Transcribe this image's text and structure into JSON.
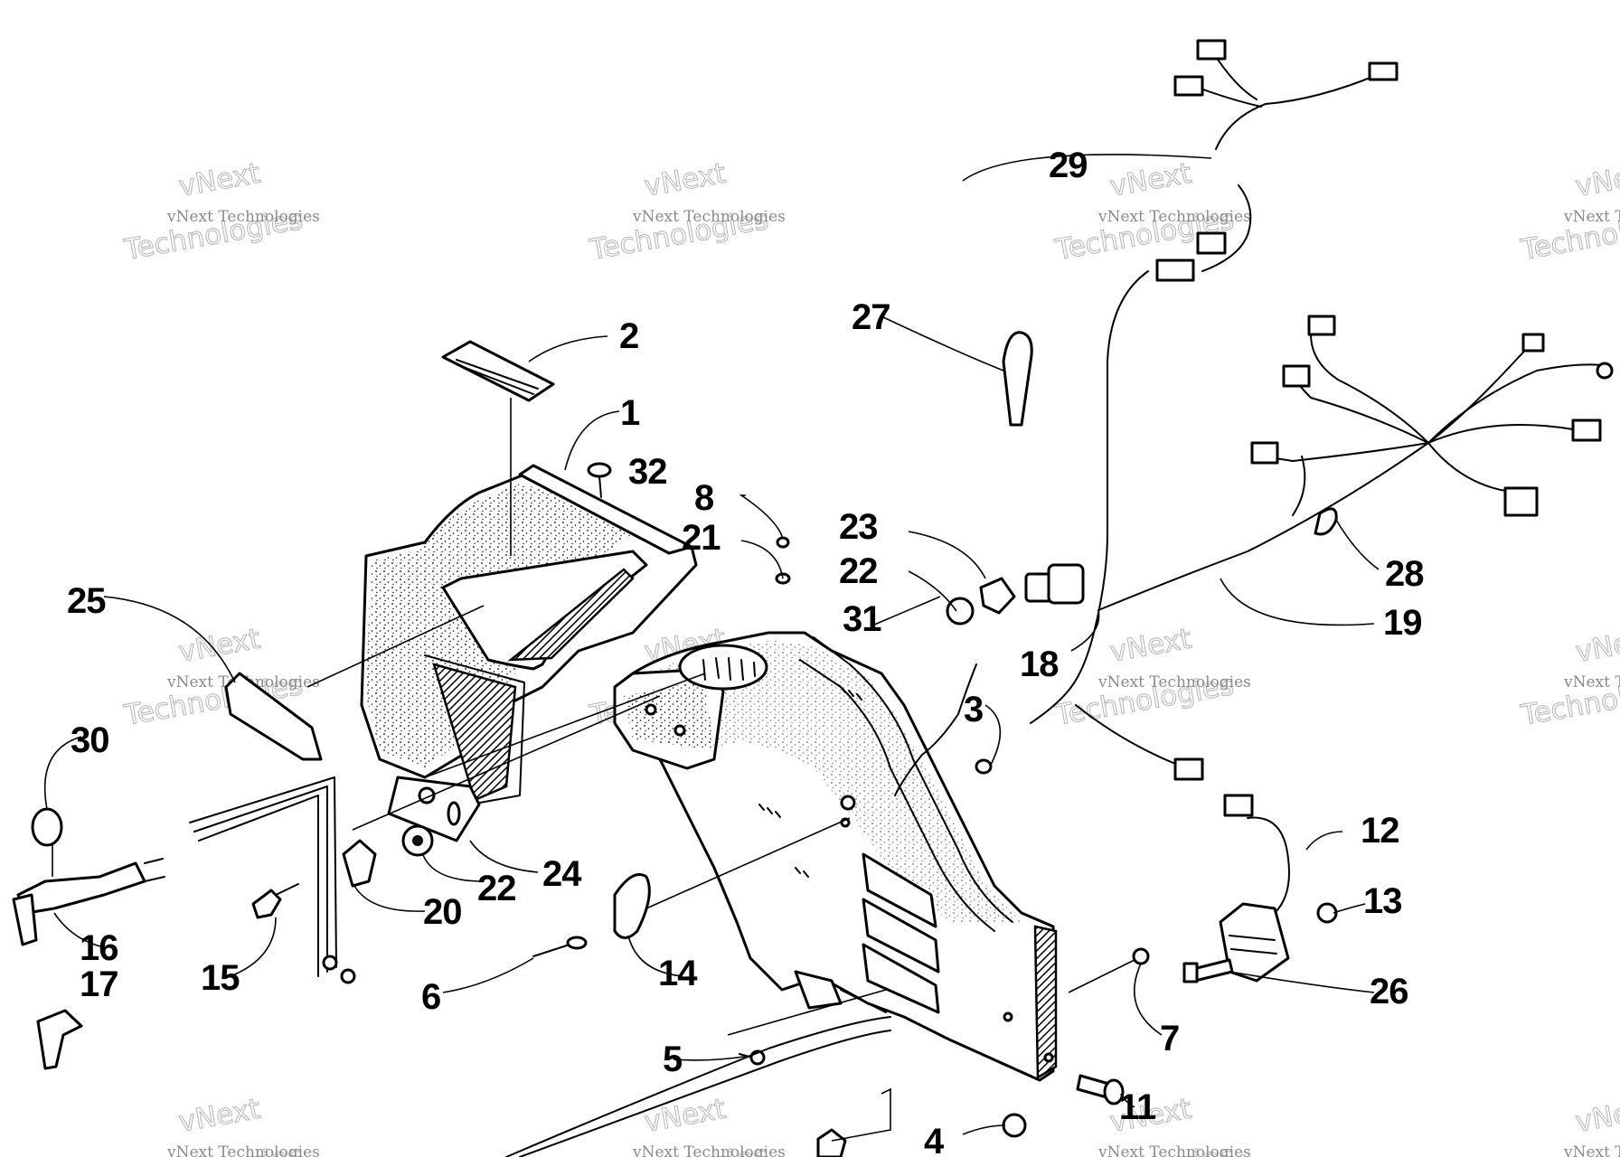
{
  "watermark": {
    "line1": "vNext Technologies",
    "line2": "vNext",
    "line3": "Technologies"
  },
  "callouts": [
    "1",
    "2",
    "3",
    "4",
    "5",
    "6",
    "7",
    "8",
    "11",
    "12",
    "13",
    "14",
    "15",
    "16",
    "17",
    "18",
    "19",
    "20",
    "21",
    "22",
    "22",
    "23",
    "24",
    "25",
    "26",
    "27",
    "28",
    "29",
    "30",
    "31",
    "32"
  ]
}
